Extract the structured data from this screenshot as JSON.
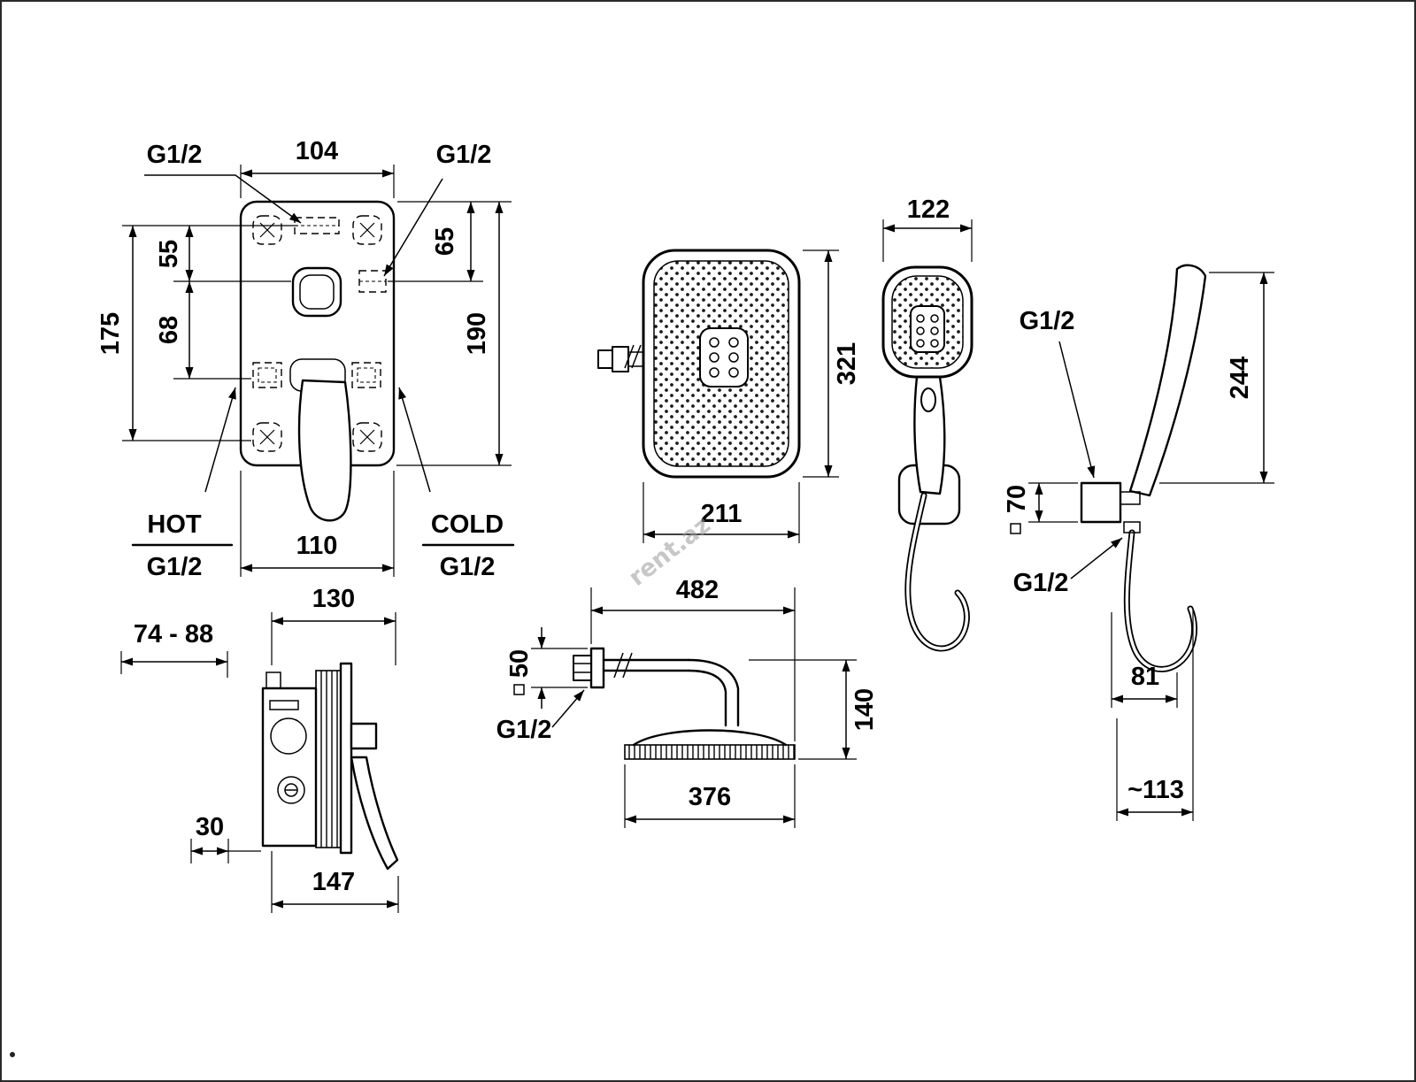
{
  "watermark": "rent.az",
  "trim_front": {
    "top_width": "104",
    "g12_top_left": "G1/2",
    "g12_top_right": "G1/2",
    "left_55": "55",
    "left_68": "68",
    "left_175": "175",
    "right_65": "65",
    "right_190": "190",
    "hot_label": "HOT",
    "hot_thread": "G1/2",
    "cold_label": "COLD",
    "cold_thread": "G1/2",
    "bottom_width": "110"
  },
  "valve_side": {
    "top_width": "130",
    "depth_range": "74 - 88",
    "offset_30": "30",
    "bottom_width": "147"
  },
  "head_front": {
    "height": "321",
    "width": "211"
  },
  "handshower_front": {
    "width": "122"
  },
  "holder_side": {
    "g12_top": "G1/2",
    "length_244": "244",
    "square_70": "70",
    "g12_bottom": "G1/2",
    "width_81": "81",
    "depth_113": "~113"
  },
  "arm_side": {
    "length_482": "482",
    "square_50": "50",
    "g12": "G1/2",
    "drop_140": "140",
    "head_width_376": "376"
  }
}
